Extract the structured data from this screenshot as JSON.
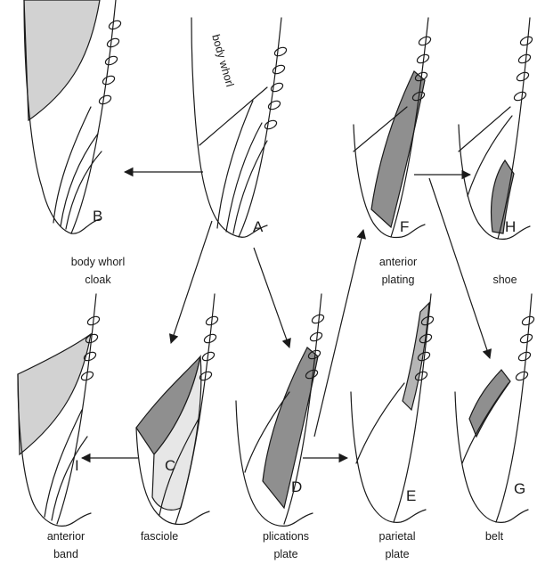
{
  "colors": {
    "line": "#1a1a1a",
    "shade_dark": "#8f8f8f",
    "shade_medium": "#b5b5b5",
    "shade_light": "#d2d2d2",
    "shade_pale": "#e7e7e7",
    "background": "#ffffff"
  },
  "annotation": "body whorl",
  "panels": [
    {
      "id": "A",
      "letter": "A",
      "caption": []
    },
    {
      "id": "B",
      "letter": "B",
      "caption": [
        "body whorl",
        "cloak"
      ]
    },
    {
      "id": "C",
      "letter": "C",
      "caption": [
        "fasciole"
      ]
    },
    {
      "id": "D",
      "letter": "D",
      "caption": [
        "plications",
        "plate"
      ]
    },
    {
      "id": "E",
      "letter": "E",
      "caption": [
        "parietal",
        "plate"
      ]
    },
    {
      "id": "F",
      "letter": "F",
      "caption": [
        "anterior",
        "plating"
      ]
    },
    {
      "id": "G",
      "letter": "G",
      "caption": [
        "belt"
      ]
    },
    {
      "id": "H",
      "letter": "H",
      "caption": [
        "shoe"
      ]
    },
    {
      "id": "I",
      "letter": "I",
      "caption": [
        "anterior",
        "band"
      ]
    }
  ],
  "arrows": [
    {
      "from": "A",
      "to": "B"
    },
    {
      "from": "A",
      "to": "C"
    },
    {
      "from": "A",
      "to": "D"
    },
    {
      "from": "C",
      "to": "I"
    },
    {
      "from": "D",
      "to": "E"
    },
    {
      "from": "D",
      "to": "F"
    },
    {
      "from": "F",
      "to": "H"
    },
    {
      "from": "F",
      "to": "G"
    }
  ]
}
